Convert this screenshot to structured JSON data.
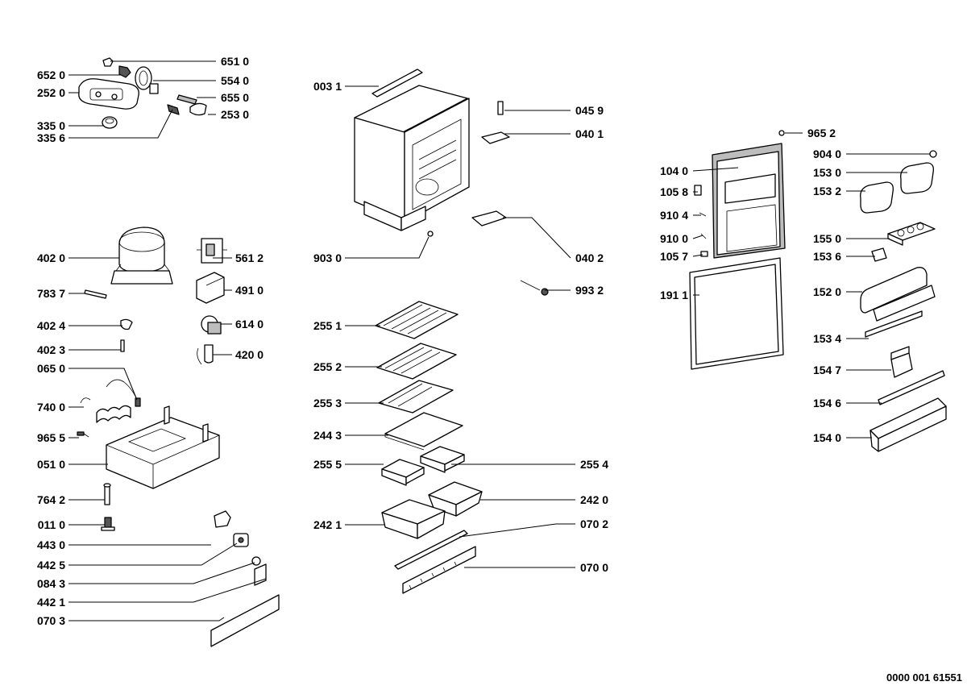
{
  "diagram": {
    "doc_number": "0000 001 61551",
    "parts": [
      {
        "id": "p6510",
        "label": "651 0"
      },
      {
        "id": "p6520",
        "label": "652 0"
      },
      {
        "id": "p5540",
        "label": "554 0"
      },
      {
        "id": "p2520",
        "label": "252 0"
      },
      {
        "id": "p6550",
        "label": "655 0"
      },
      {
        "id": "p2530",
        "label": "253 0"
      },
      {
        "id": "p3350",
        "label": "335 0"
      },
      {
        "id": "p3356",
        "label": "335 6"
      },
      {
        "id": "p4020",
        "label": "402 0"
      },
      {
        "id": "p5612",
        "label": "561 2"
      },
      {
        "id": "p4910",
        "label": "491 0"
      },
      {
        "id": "p7837",
        "label": "783 7"
      },
      {
        "id": "p4024",
        "label": "402 4"
      },
      {
        "id": "p6140",
        "label": "614 0"
      },
      {
        "id": "p4023",
        "label": "402 3"
      },
      {
        "id": "p4200",
        "label": "420 0"
      },
      {
        "id": "p0650",
        "label": "065 0"
      },
      {
        "id": "p7400",
        "label": "740 0"
      },
      {
        "id": "p9655",
        "label": "965 5"
      },
      {
        "id": "p0510",
        "label": "051 0"
      },
      {
        "id": "p7642",
        "label": "764 2"
      },
      {
        "id": "p0110",
        "label": "011 0"
      },
      {
        "id": "p4430",
        "label": "443 0"
      },
      {
        "id": "p4425",
        "label": "442 5"
      },
      {
        "id": "p0843",
        "label": "084 3"
      },
      {
        "id": "p4421",
        "label": "442 1"
      },
      {
        "id": "p0703",
        "label": "070 3"
      },
      {
        "id": "p0031",
        "label": "003 1"
      },
      {
        "id": "p0459",
        "label": "045 9"
      },
      {
        "id": "p0401",
        "label": "040 1"
      },
      {
        "id": "p9030",
        "label": "903 0"
      },
      {
        "id": "p0402",
        "label": "040 2"
      },
      {
        "id": "p9932",
        "label": "993 2"
      },
      {
        "id": "p2551",
        "label": "255 1"
      },
      {
        "id": "p2552",
        "label": "255 2"
      },
      {
        "id": "p2553",
        "label": "255 3"
      },
      {
        "id": "p2443",
        "label": "244 3"
      },
      {
        "id": "p2555",
        "label": "255 5"
      },
      {
        "id": "p2554",
        "label": "255 4"
      },
      {
        "id": "p2420",
        "label": "242 0"
      },
      {
        "id": "p2421",
        "label": "242 1"
      },
      {
        "id": "p0702",
        "label": "070 2"
      },
      {
        "id": "p0700",
        "label": "070 0"
      },
      {
        "id": "p9652",
        "label": "965 2"
      },
      {
        "id": "p9040",
        "label": "904 0"
      },
      {
        "id": "p1040",
        "label": "104 0"
      },
      {
        "id": "p1530",
        "label": "153 0"
      },
      {
        "id": "p1058",
        "label": "105 8"
      },
      {
        "id": "p1532",
        "label": "153 2"
      },
      {
        "id": "p9104",
        "label": "910 4"
      },
      {
        "id": "p9100",
        "label": "910 0"
      },
      {
        "id": "p1550",
        "label": "155 0"
      },
      {
        "id": "p1057",
        "label": "105 7"
      },
      {
        "id": "p1536",
        "label": "153 6"
      },
      {
        "id": "p1911",
        "label": "191 1"
      },
      {
        "id": "p1520",
        "label": "152 0"
      },
      {
        "id": "p1534",
        "label": "153 4"
      },
      {
        "id": "p1547",
        "label": "154 7"
      },
      {
        "id": "p1546",
        "label": "154 6"
      },
      {
        "id": "p1540",
        "label": "154 0"
      }
    ]
  }
}
